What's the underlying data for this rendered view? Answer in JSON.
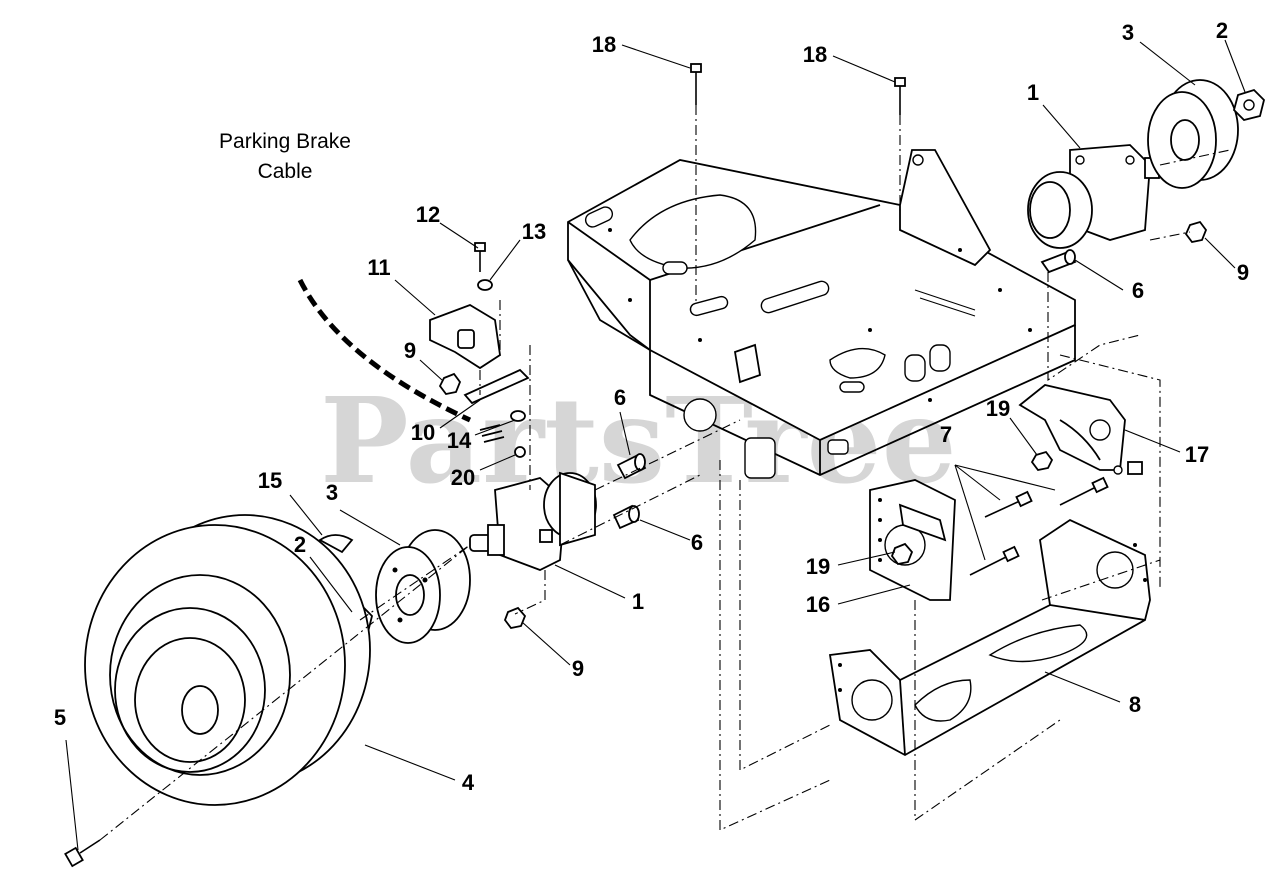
{
  "watermark": "PartsTree",
  "caption": {
    "line1": "Parking Brake",
    "line2": "Cable"
  },
  "callouts": {
    "c18a": "18",
    "c18b": "18",
    "c3a": "3",
    "c2a": "2",
    "c1a": "1",
    "c9a": "9",
    "c6a": "6",
    "c12": "12",
    "c13": "13",
    "c11": "11",
    "c9b": "9",
    "c10": "10",
    "c14": "14",
    "c20": "20",
    "c6b": "6",
    "c6c": "6",
    "c7": "7",
    "c19a": "19",
    "c17": "17",
    "c15": "15",
    "c3b": "3",
    "c2b": "2",
    "c1b": "1",
    "c9c": "9",
    "c19b": "19",
    "c16": "16",
    "c8": "8",
    "c5": "5",
    "c4": "4"
  }
}
